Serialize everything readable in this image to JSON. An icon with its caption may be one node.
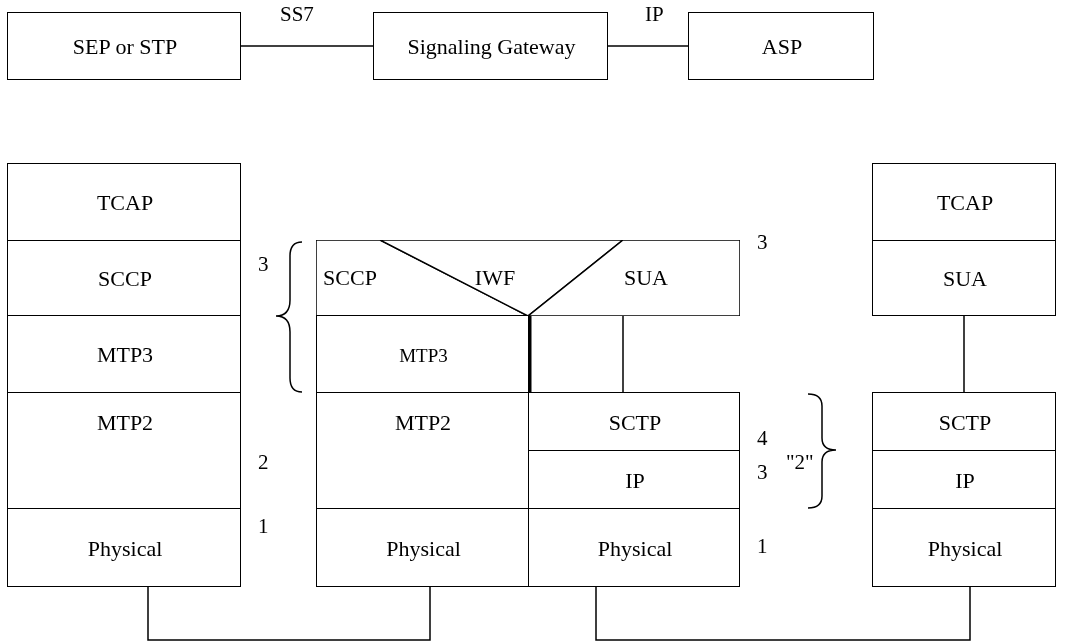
{
  "diagram": {
    "nodes": [
      {
        "text": [
          "SEP or STP"
        ]
      },
      {
        "text": [
          "Signaling Gateway"
        ]
      },
      {
        "text": [
          "ASP"
        ]
      },
      {
        "text": [
          "TCAP"
        ]
      },
      {
        "text": [
          "SCCP"
        ]
      },
      {
        "text": [
          "MTP3"
        ]
      },
      {
        "text": [
          "MTP2"
        ]
      },
      {
        "text": [
          "Physical"
        ]
      },
      {
        "text": [
          "SCCP"
        ]
      },
      {
        "text": [
          "IWF"
        ]
      },
      {
        "text": [
          "SUA"
        ]
      },
      {
        "text": [
          "MTP3"
        ]
      },
      {
        "text": [
          "MTP2"
        ]
      },
      {
        "text": [
          "SCTP"
        ]
      },
      {
        "text": [
          "IP"
        ]
      },
      {
        "text": [
          "Physical"
        ]
      },
      {
        "text": [
          "Physical"
        ]
      },
      {
        "text": [
          "TCAP"
        ]
      },
      {
        "text": [
          "SUA"
        ]
      },
      {
        "text": [
          "SCTP"
        ]
      },
      {
        "text": [
          "IP"
        ]
      },
      {
        "text": [
          "Physical"
        ]
      }
    ],
    "edges": [
      {
        "from": 0,
        "to": 1,
        "arrow": "none",
        "label": "SS7"
      },
      {
        "from": 1,
        "to": 2,
        "arrow": "none",
        "label": "IP"
      },
      {
        "from": 10,
        "to": 13,
        "arrow": "none"
      },
      {
        "from": 18,
        "to": 19,
        "arrow": "none"
      },
      {
        "from": 7,
        "to": 15,
        "arrow": "none"
      },
      {
        "from": 16,
        "to": 21,
        "arrow": "none"
      }
    ],
    "labels": [
      "3",
      "3",
      "2",
      "4",
      "\"2\"",
      "3",
      "1",
      "1"
    ]
  }
}
